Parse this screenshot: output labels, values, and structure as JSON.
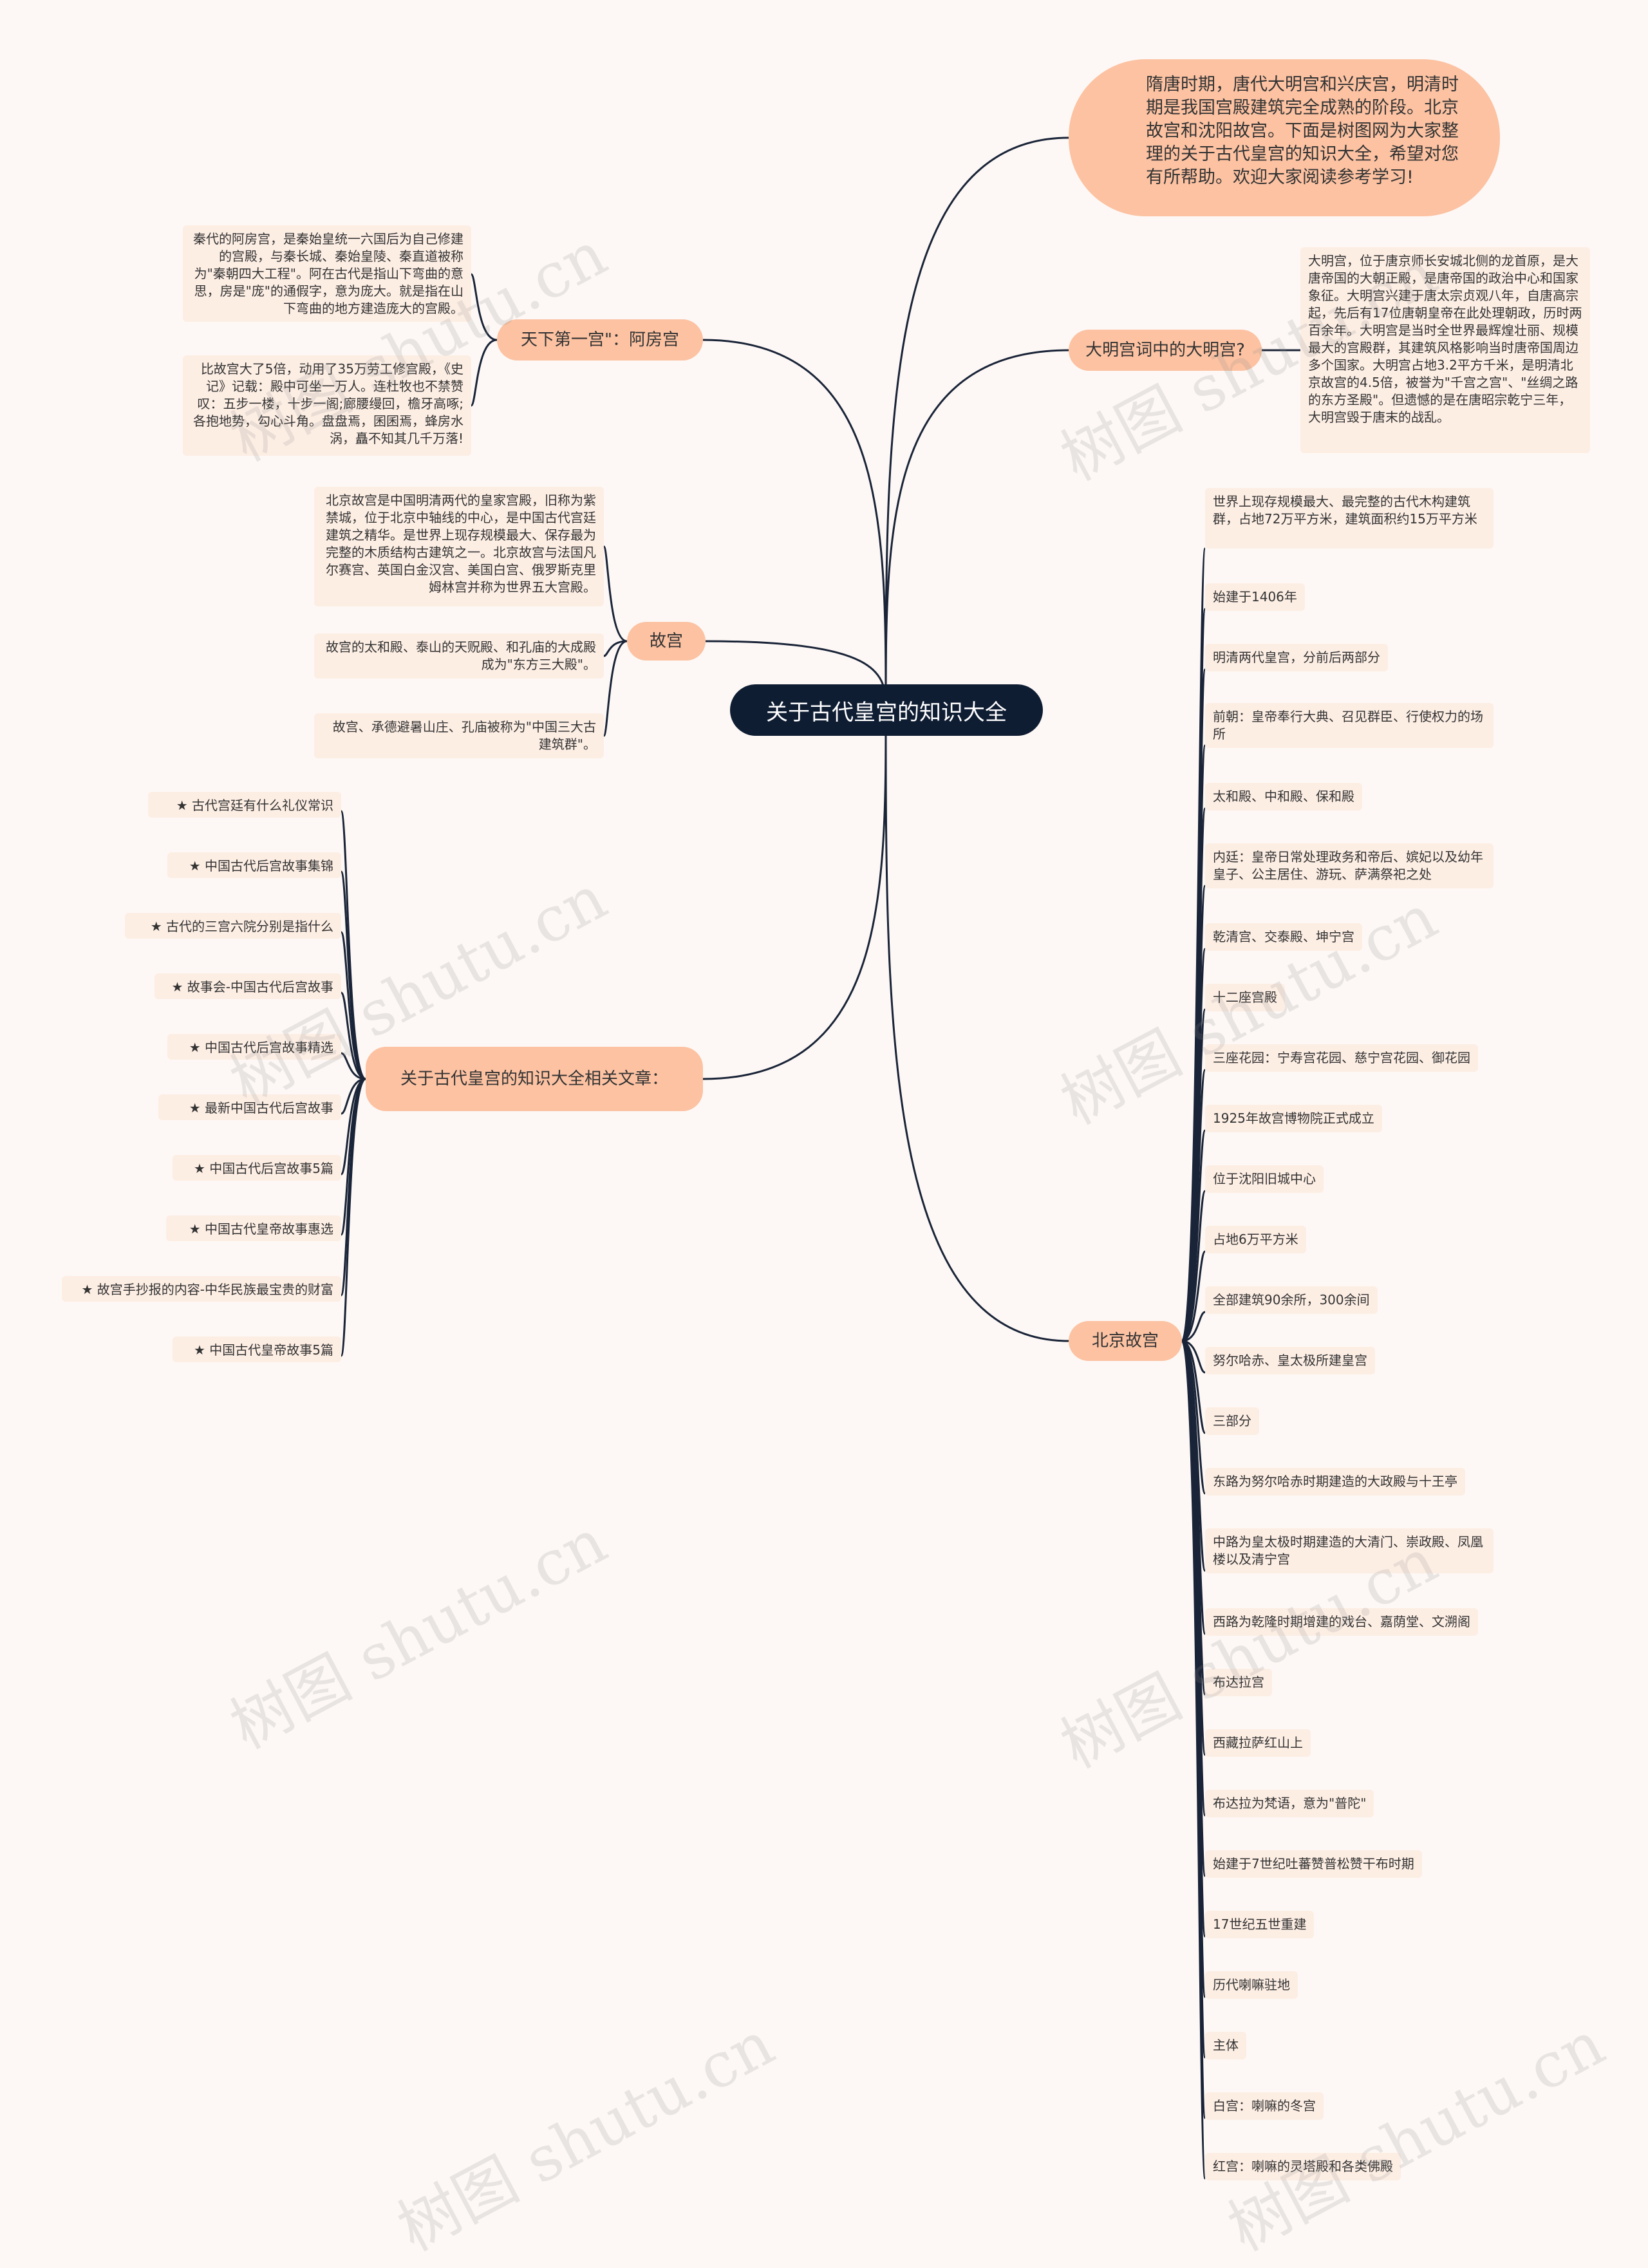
{
  "root": {
    "label": "关于古代皇宫的知识大全"
  },
  "intro": {
    "text": "隋唐时期，唐代大明宫和兴庆宫，明清时期是我国宫殿建筑完全成熟的阶段。北京故宫和沈阳故宫。下面是树图网为大家整理的关于古代皇宫的知识大全，希望对您有所帮助。欢迎大家阅读参考学习!"
  },
  "daminggong": {
    "label": "大明宫词中的大明宫?",
    "detail": "大明宫，位于唐京师长安城北侧的龙首原，是大唐帝国的大朝正殿，是唐帝国的政治中心和国家象征。大明宫兴建于唐太宗贞观八年，自唐高宗起，先后有17位唐朝皇帝在此处理朝政，历时两百余年。大明宫是当时全世界最辉煌壮丽、规模最大的宫殿群，其建筑风格影响当时唐帝国周边多个国家。大明宫占地3.2平方千米，是明清北京故宫的4.5倍，被誉为\"千宫之宫\"、\"丝绸之路的东方圣殿\"。但遗憾的是在唐昭宗乾宁三年，大明宫毁于唐末的战乱。"
  },
  "efanggong": {
    "label": "天下第一宫\"：阿房宫",
    "items": [
      "秦代的阿房宫，是秦始皇统一六国后为自己修建的宫殿，与秦长城、秦始皇陵、秦直道被称为\"秦朝四大工程\"。阿在古代是指山下弯曲的意思，房是\"庞\"的通假字，意为庞大。就是指在山下弯曲的地方建造庞大的宫殿。",
      "比故宫大了5倍，动用了35万劳工修宫殿，《史记》记载：殿中可坐一万人。连杜牧也不禁赞叹：五步一楼，十步一阁;廊腰缦回，檐牙高啄;各抱地势，勾心斗角。盘盘焉，囷囷焉，蜂房水涡，矗不知其几千万落!"
    ]
  },
  "gugong": {
    "label": "故宫",
    "items": [
      "北京故宫是中国明清两代的皇家宫殿，旧称为紫禁城，位于北京中轴线的中心，是中国古代宫廷建筑之精华。是世界上现存规模最大、保存最为完整的木质结构古建筑之一。北京故宫与法国凡尔赛宫、英国白金汉宫、美国白宫、俄罗斯克里姆林宫并称为世界五大宫殿。",
      "故宫的太和殿、泰山的天贶殿、和孔庙的大成殿成为\"东方三大殿\"。",
      "故宫、承德避暑山庄、孔庙被称为\"中国三大古建筑群\"。"
    ]
  },
  "related": {
    "label": "关于古代皇宫的知识大全相关文章：",
    "items": [
      "★ 古代宫廷有什么礼仪常识",
      "★ 中国古代后宫故事集锦",
      "★ 古代的三宫六院分别是指什么",
      "★ 故事会-中国古代后宫故事",
      "★ 中国古代后宫故事精选",
      "★ 最新中国古代后宫故事",
      "★ 中国古代后宫故事5篇",
      "★ 中国古代皇帝故事惠选",
      "★ 故宫手抄报的内容-中华民族最宝贵的财富",
      "★ 中国古代皇帝故事5篇"
    ]
  },
  "beijing": {
    "label": "北京故宫",
    "items": [
      "世界上现存规模最大、最完整的古代木构建筑群，占地72万平方米，建筑面积约15万平方米",
      "始建于1406年",
      "明清两代皇宫，分前后两部分",
      "前朝：皇帝奉行大典、召见群臣、行使权力的场所",
      "太和殿、中和殿、保和殿",
      "内廷：皇帝日常处理政务和帝后、嫔妃以及幼年皇子、公主居住、游玩、萨满祭祀之处",
      "乾清宫、交泰殿、坤宁宫",
      "十二座宫殿",
      "三座花园：宁寿宫花园、慈宁宫花园、御花园",
      "1925年故宫博物院正式成立",
      "位于沈阳旧城中心",
      "占地6万平方米",
      "全部建筑90余所，300余间",
      "努尔哈赤、皇太极所建皇宫",
      "三部分",
      "东路为努尔哈赤时期建造的大政殿与十王亭",
      "中路为皇太极时期建造的大清门、崇政殿、凤凰楼以及清宁宫",
      "西路为乾隆时期增建的戏台、嘉荫堂、文溯阁",
      "布达拉宫",
      "西藏拉萨红山上",
      "布达拉为梵语，意为\"普陀\"",
      "始建于7世纪吐蕃赞普松赞干布时期",
      "17世纪五世重建",
      "历代喇嘛驻地",
      "主体",
      "白宫：喇嘛的冬宫",
      "红宫：喇嘛的灵塔殿和各类佛殿"
    ]
  },
  "watermark": "树图 shutu.cn",
  "colors": {
    "root": "#0f1d33",
    "branch": "#fcc2a2",
    "leaf": "#fdeee4",
    "line": "#1a2438"
  }
}
